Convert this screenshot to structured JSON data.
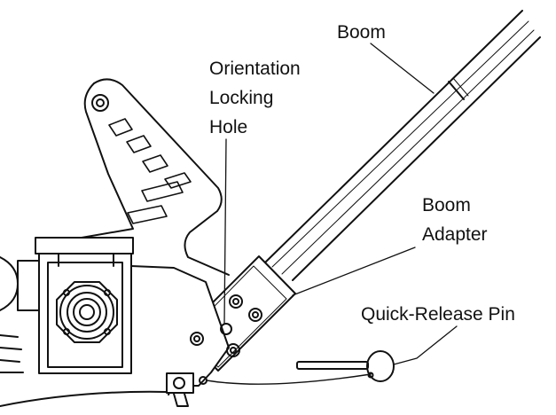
{
  "colors": {
    "ink": "#111111",
    "paper": "#ffffff"
  },
  "labels": {
    "boom": "Boom",
    "orientation": [
      "Orientation",
      "Locking",
      "Hole"
    ],
    "adapter": [
      "Boom",
      "Adapter"
    ],
    "pin": "Quick-Release Pin"
  }
}
